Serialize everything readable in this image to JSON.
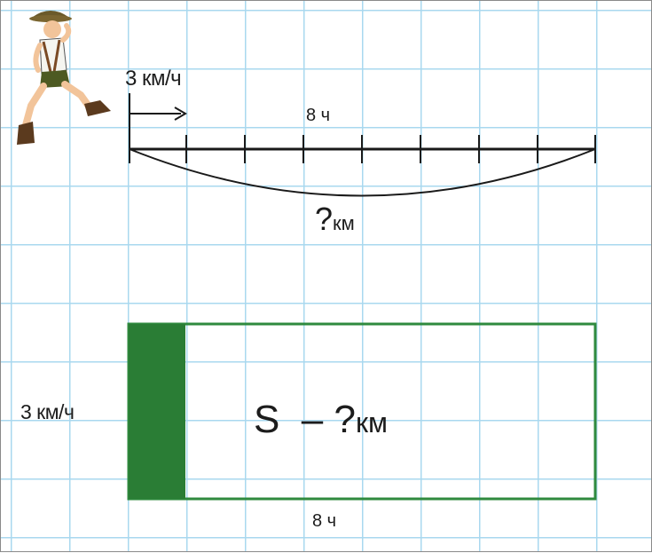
{
  "top_diagram": {
    "speed_label": "3 км/ч",
    "time_label": "8 ч",
    "distance_mark": "?",
    "distance_unit": "км"
  },
  "rectangle_diagram": {
    "speed_label": "3 км/ч",
    "formula_text": "S  – ?",
    "formula_unit": "км",
    "time_label": "8 ч"
  },
  "colors": {
    "grid": "#a9d8ef",
    "line": "#1a1a1a",
    "rect_border": "#2f8a3e",
    "rect_fill": "#2a7d35"
  },
  "icons": [
    "hiker-icon",
    "arrow-right-icon"
  ]
}
